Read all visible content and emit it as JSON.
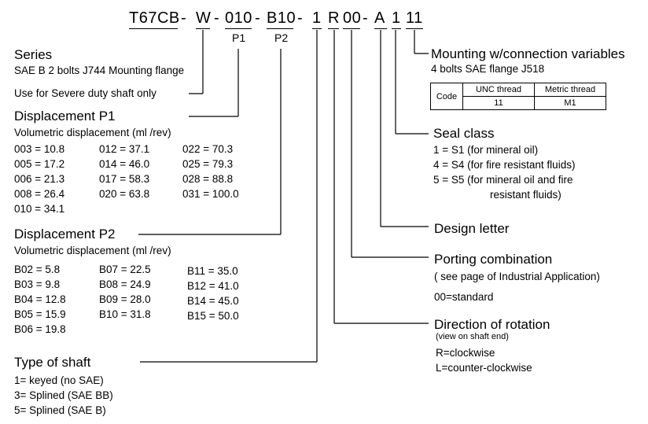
{
  "code": {
    "parts": [
      "T67CB",
      "-",
      "W",
      "-",
      "010",
      "-",
      "B10",
      "-",
      "1",
      "R",
      "00",
      "-",
      "A",
      "1",
      "11"
    ],
    "p1": "P1",
    "p2": "P2"
  },
  "series": {
    "title": "Series",
    "desc": "SAE B 2 bolts J744 Mounting flange",
    "severe": "Use for Severe duty shaft only"
  },
  "displacement_p1": {
    "title": "Displacement P1",
    "subtitle": "Volumetric displacement (ml /rev)",
    "col1": [
      "003 = 10.8",
      "005 = 17.2",
      "006 = 21.3",
      "008 = 26.4",
      "010 = 34.1"
    ],
    "col2": [
      "012 = 37.1",
      "014 = 46.0",
      "017 = 58.3",
      "020 = 63.8"
    ],
    "col3": [
      "022 = 70.3",
      "025 = 79.3",
      "028 = 88.8",
      "031 = 100.0"
    ]
  },
  "displacement_p2": {
    "title": "Displacement P2",
    "subtitle": "Volumetric displacement (ml /rev)",
    "col1": [
      "B02 = 5.8",
      "B03 = 9.8",
      "B04 = 12.8",
      "B05 = 15.9",
      "B06 = 19.8"
    ],
    "col2": [
      "B07 = 22.5",
      "B08 = 24.9",
      "B09 = 28.0",
      "B10 = 31.8"
    ],
    "col3": [
      "B11 = 35.0",
      "B12 = 41.0",
      "B14 = 45.0",
      "B15 = 50.0"
    ]
  },
  "shaft": {
    "title": "Type of shaft",
    "items": [
      "1= keyed (no SAE)",
      "3= Splined (SAE BB)",
      "5= Splined (SAE B)"
    ]
  },
  "mounting": {
    "title": "Mounting w/connection variables",
    "subtitle": "4 bolts SAE flange J518",
    "table": {
      "row_label": "Code",
      "headers": [
        "UNC thread",
        "Metric thread"
      ],
      "values": [
        "11",
        "M1"
      ]
    }
  },
  "seal": {
    "title": "Seal class",
    "items": [
      "1 = S1 (for mineral oil)",
      "4 = S4 (for fire resistant fluids)",
      "5 = S5 (for mineral oil and fire",
      "resistant fluids)"
    ]
  },
  "design": {
    "title": "Design letter"
  },
  "porting": {
    "title": "Porting combination",
    "subtitle": "( see page of Industrial Application)",
    "std": "00=standard"
  },
  "rotation": {
    "title": "Direction of rotation",
    "subtitle": "(view on shaft end)",
    "items": [
      "R=clockwise",
      "L=counter-clockwise"
    ]
  }
}
